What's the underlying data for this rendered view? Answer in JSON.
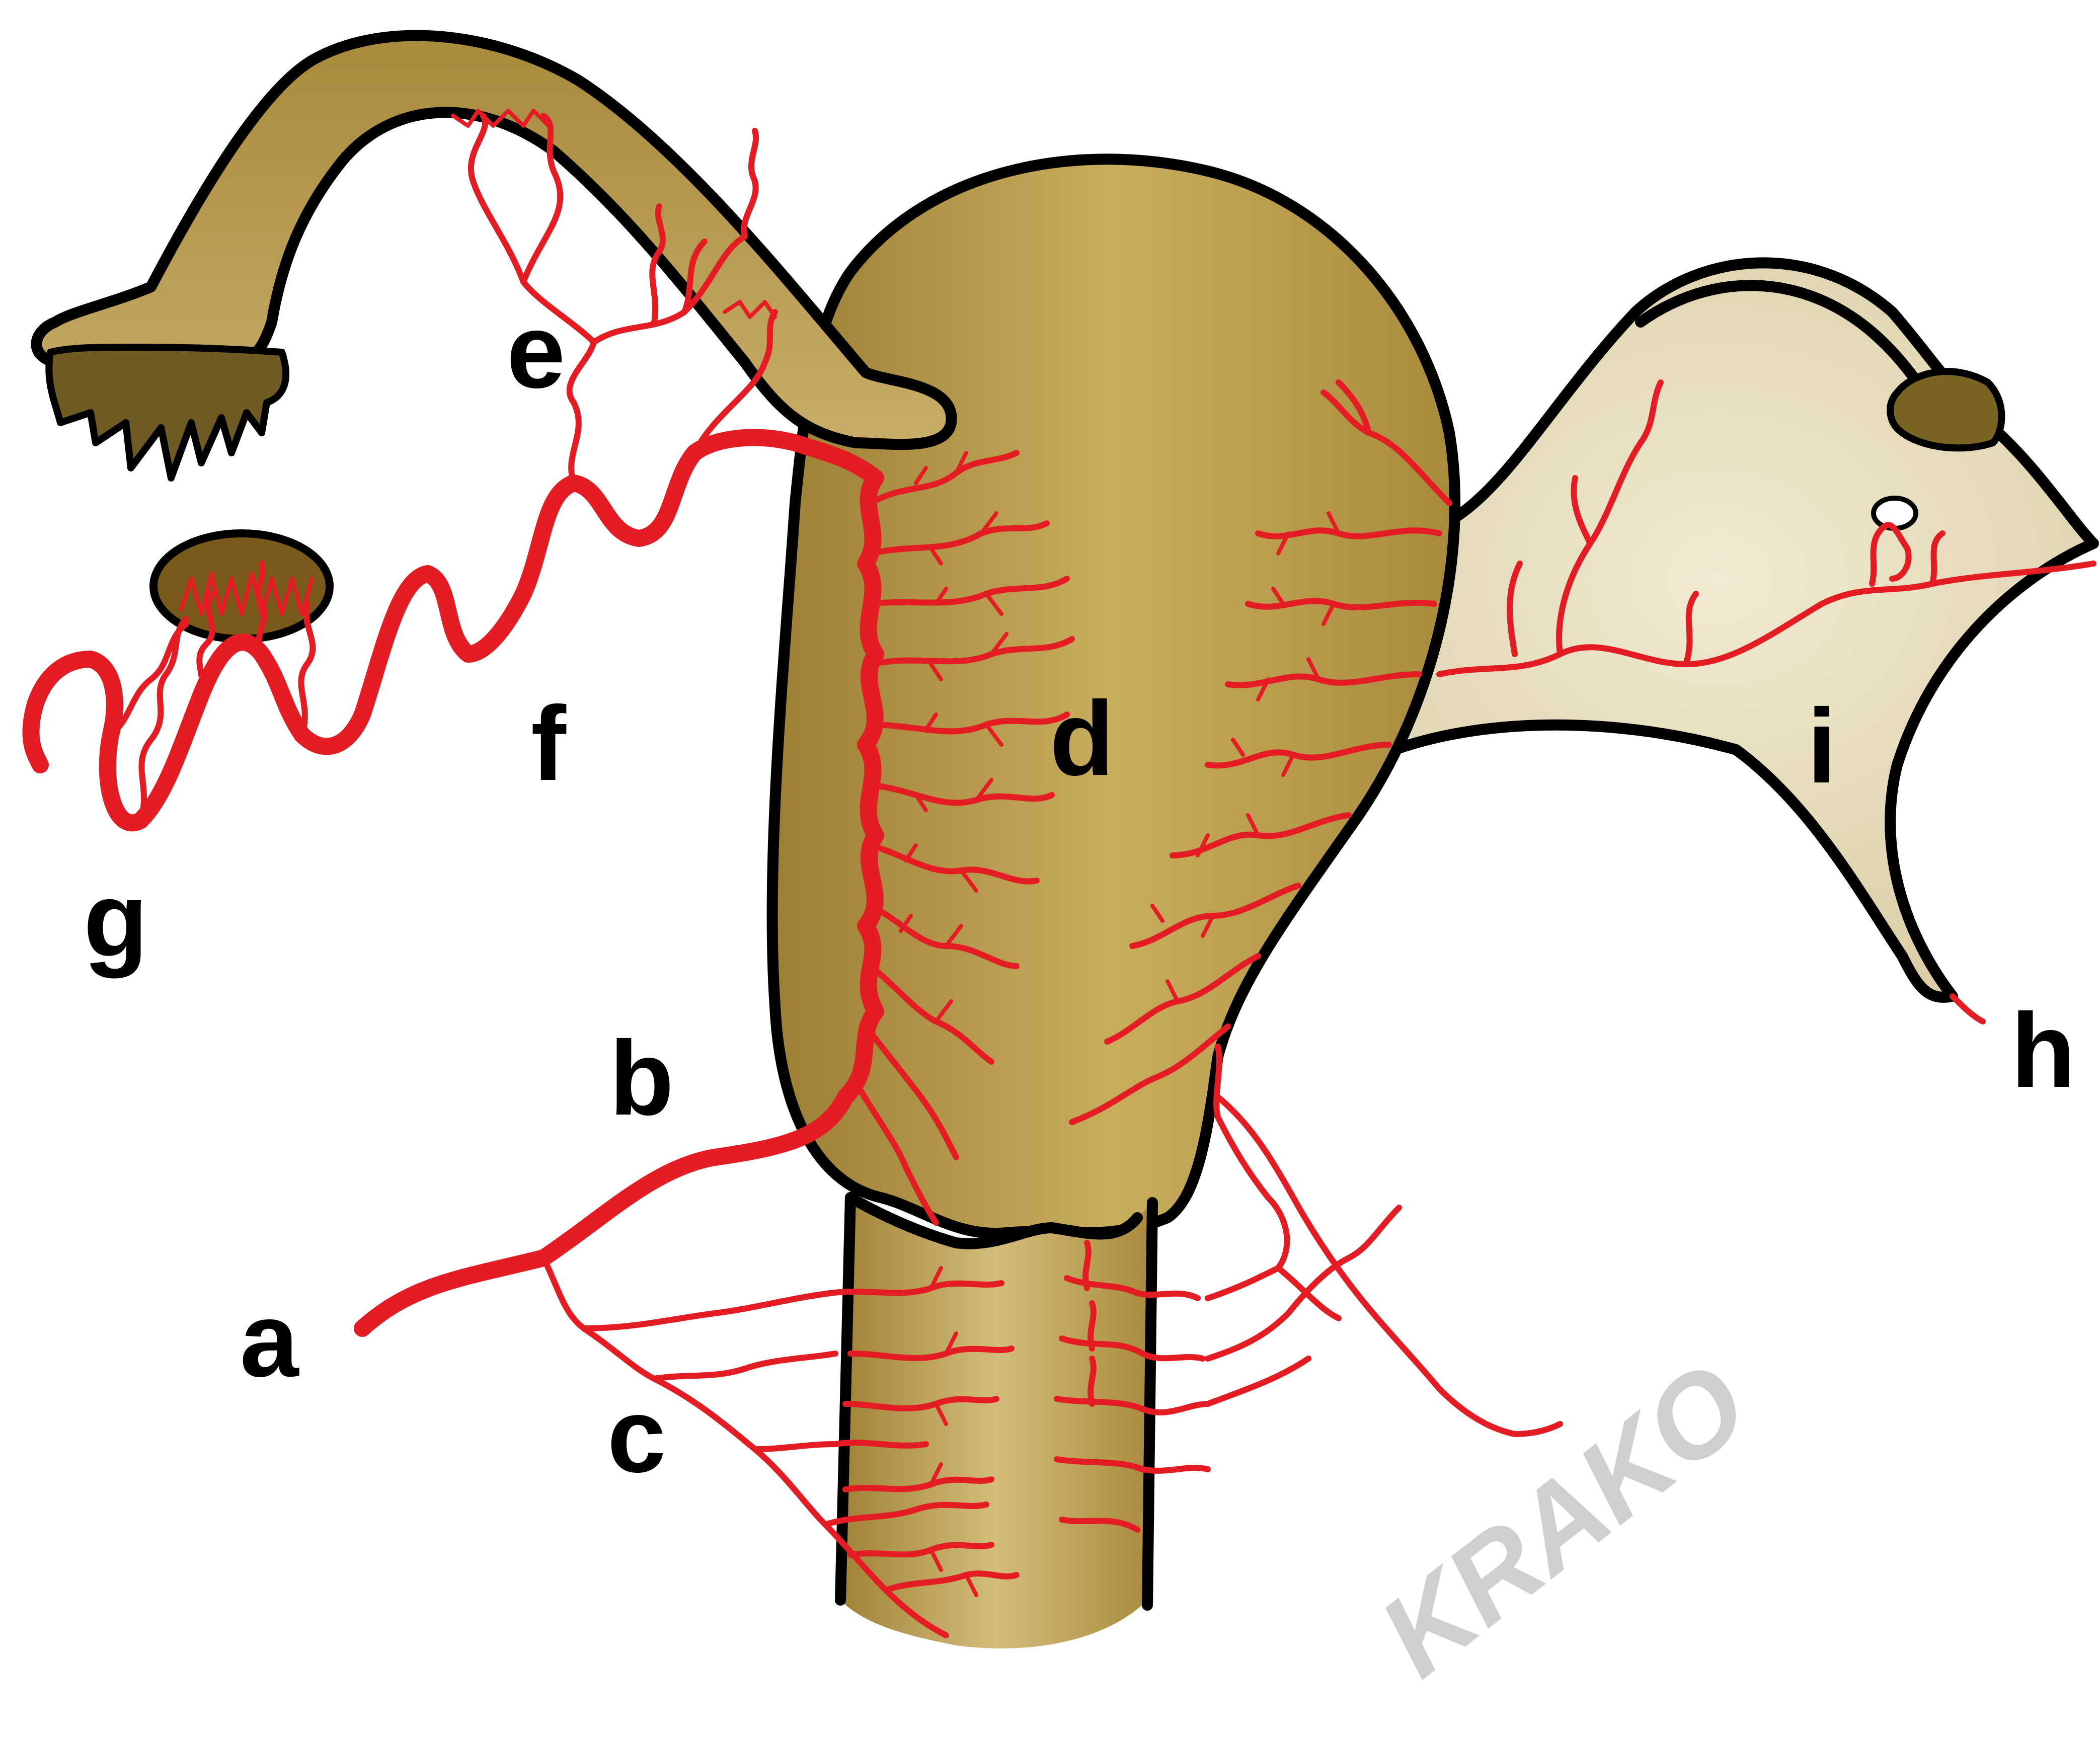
{
  "labels": {
    "a": "a",
    "b": "b",
    "c": "c",
    "d": "d",
    "e": "e",
    "f": "f",
    "g": "g",
    "h": "h",
    "i": "i"
  },
  "signature": "KRAKO",
  "colors": {
    "tissue_dark": "#a88a3c",
    "tissue_light": "#d9c48a",
    "ligament": "#e8dcb8",
    "vessel": "#e31d23",
    "outline": "#000000"
  }
}
